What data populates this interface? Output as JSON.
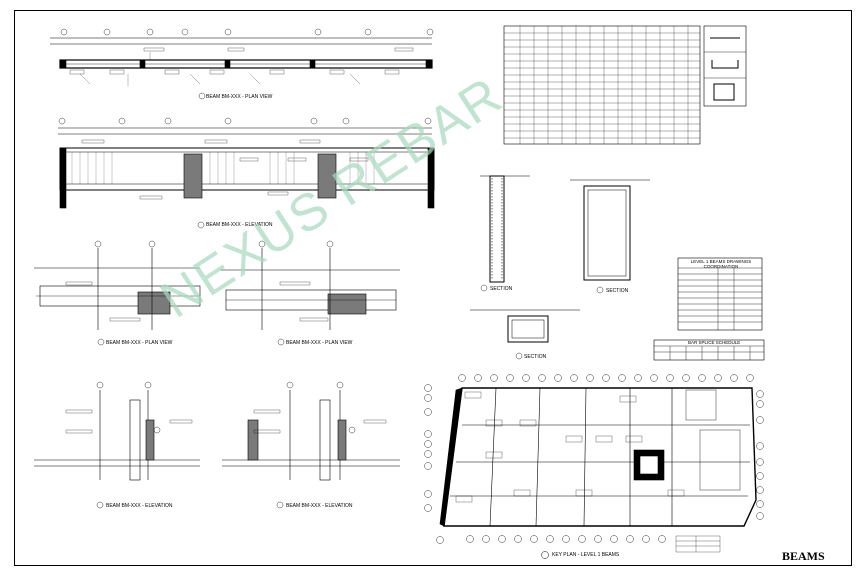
{
  "sheet": {
    "title": "BEAMS",
    "watermark": "NEXUS REBAR"
  },
  "views": {
    "v1": "BEAM BM-XXX - PLAN VIEW",
    "v2": "BEAM BM-XXX - ELEVATION",
    "v3": "BEAM BM-XXX - PLAN VIEW",
    "v4": "BEAM BM-XXX - PLAN VIEW",
    "v5": "BEAM BM-XXX - ELEVATION",
    "v6": "BEAM BM-XXX - ELEVATION",
    "v7": "SECTION",
    "v8": "SECTION",
    "v9": "SECTION",
    "v10": "KEY PLAN - LEVEL 1 BEAMS"
  },
  "coordination_table": {
    "title": "LEVEL 1 BEAMS DRAWINGS COORDINATION"
  },
  "splice_table": {
    "title": "BAR SPLICE SCHEDULE"
  }
}
